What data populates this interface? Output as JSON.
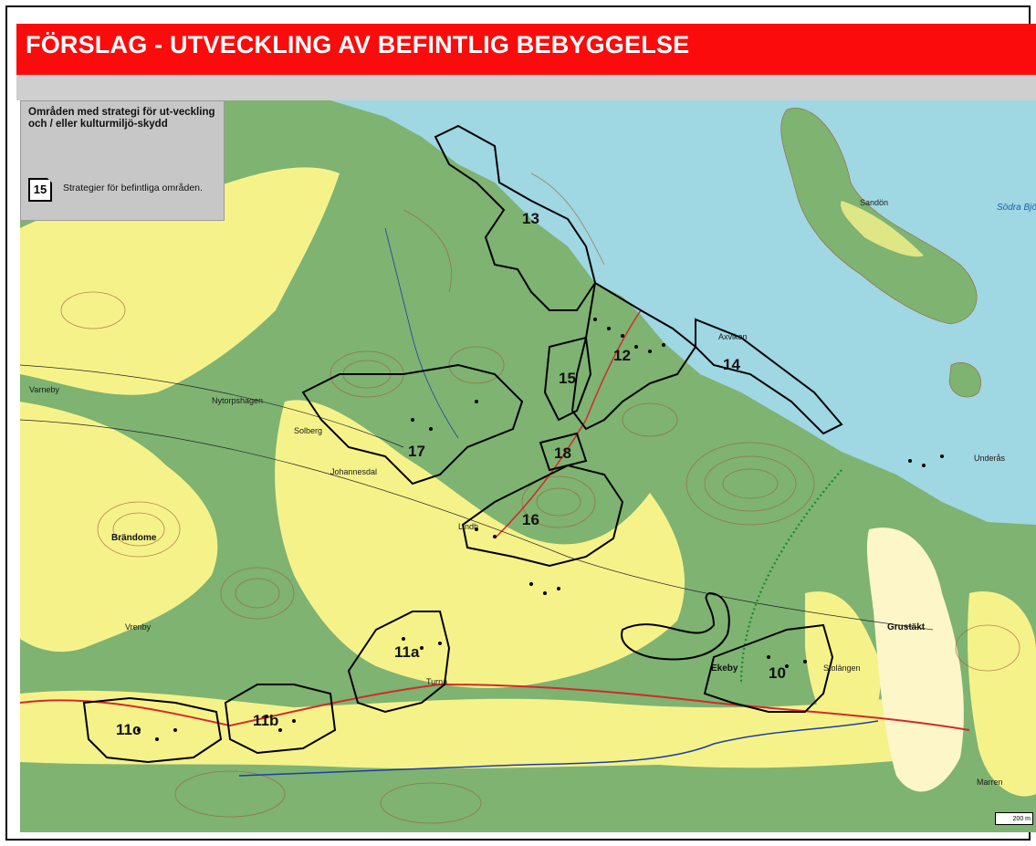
{
  "header": {
    "title": "FÖRSLAG - UTVECKLING AV BEFINTLIG BEBYGGELSE"
  },
  "legend": {
    "heading": "Områden med strategi för ut-veckling och / eller kulturmiljö-skydd",
    "symbol_number": "15",
    "symbol_description": "Strategier för befintliga områden."
  },
  "colors": {
    "title_background": "#fb0b0b",
    "water": "#9fd7e3",
    "forest": "#7eb372",
    "farmland": "#f6f28a",
    "contour": "#a0603a",
    "boundary": "#000000",
    "road": "#d22a2a"
  },
  "areas": [
    {
      "id": "10",
      "label": "10"
    },
    {
      "id": "11a",
      "label": "11a"
    },
    {
      "id": "11b",
      "label": "11b"
    },
    {
      "id": "11c",
      "label": "11c"
    },
    {
      "id": "12",
      "label": "12"
    },
    {
      "id": "13",
      "label": "13"
    },
    {
      "id": "14",
      "label": "14"
    },
    {
      "id": "15",
      "label": "15"
    },
    {
      "id": "16",
      "label": "16"
    },
    {
      "id": "17",
      "label": "17"
    },
    {
      "id": "18",
      "label": "18"
    }
  ],
  "place_names": {
    "ekeby": "Ekeby",
    "grustakt": "Grustäkt",
    "sodra_bjo": "Södra Bjö",
    "axviken": "Axviken",
    "underas": "Underås",
    "brandome": "Brändome",
    "vrenby": "Vrenby",
    "varneby": "Varneby",
    "nytorpshagen": "Nytorpshagen",
    "sandon": "Sandön",
    "stolangen": "Stolängen",
    "marren": "Marren",
    "turna": "Turna",
    "solberg": "Solberg",
    "lindh": "Lindh",
    "johannesdal": "Johannesdal"
  },
  "scale": {
    "label": "200 m"
  }
}
